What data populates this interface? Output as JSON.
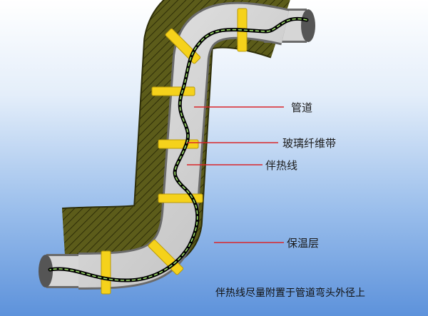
{
  "labels": {
    "pipe": "管道",
    "glass_fiber_tape": "玻璃纤维带",
    "heat_tracing_cable": "伴热线",
    "insulation_layer": "保温层"
  },
  "caption": "伴热线尽量附置于管道弯头外径上",
  "colors": {
    "insulation": "#5c5c1a",
    "pipe": "#cfcfcf",
    "tape": "#f5d21b",
    "cable": "#000000",
    "cable_dash": "#9fe06a",
    "leader_line": "#d9262a"
  }
}
